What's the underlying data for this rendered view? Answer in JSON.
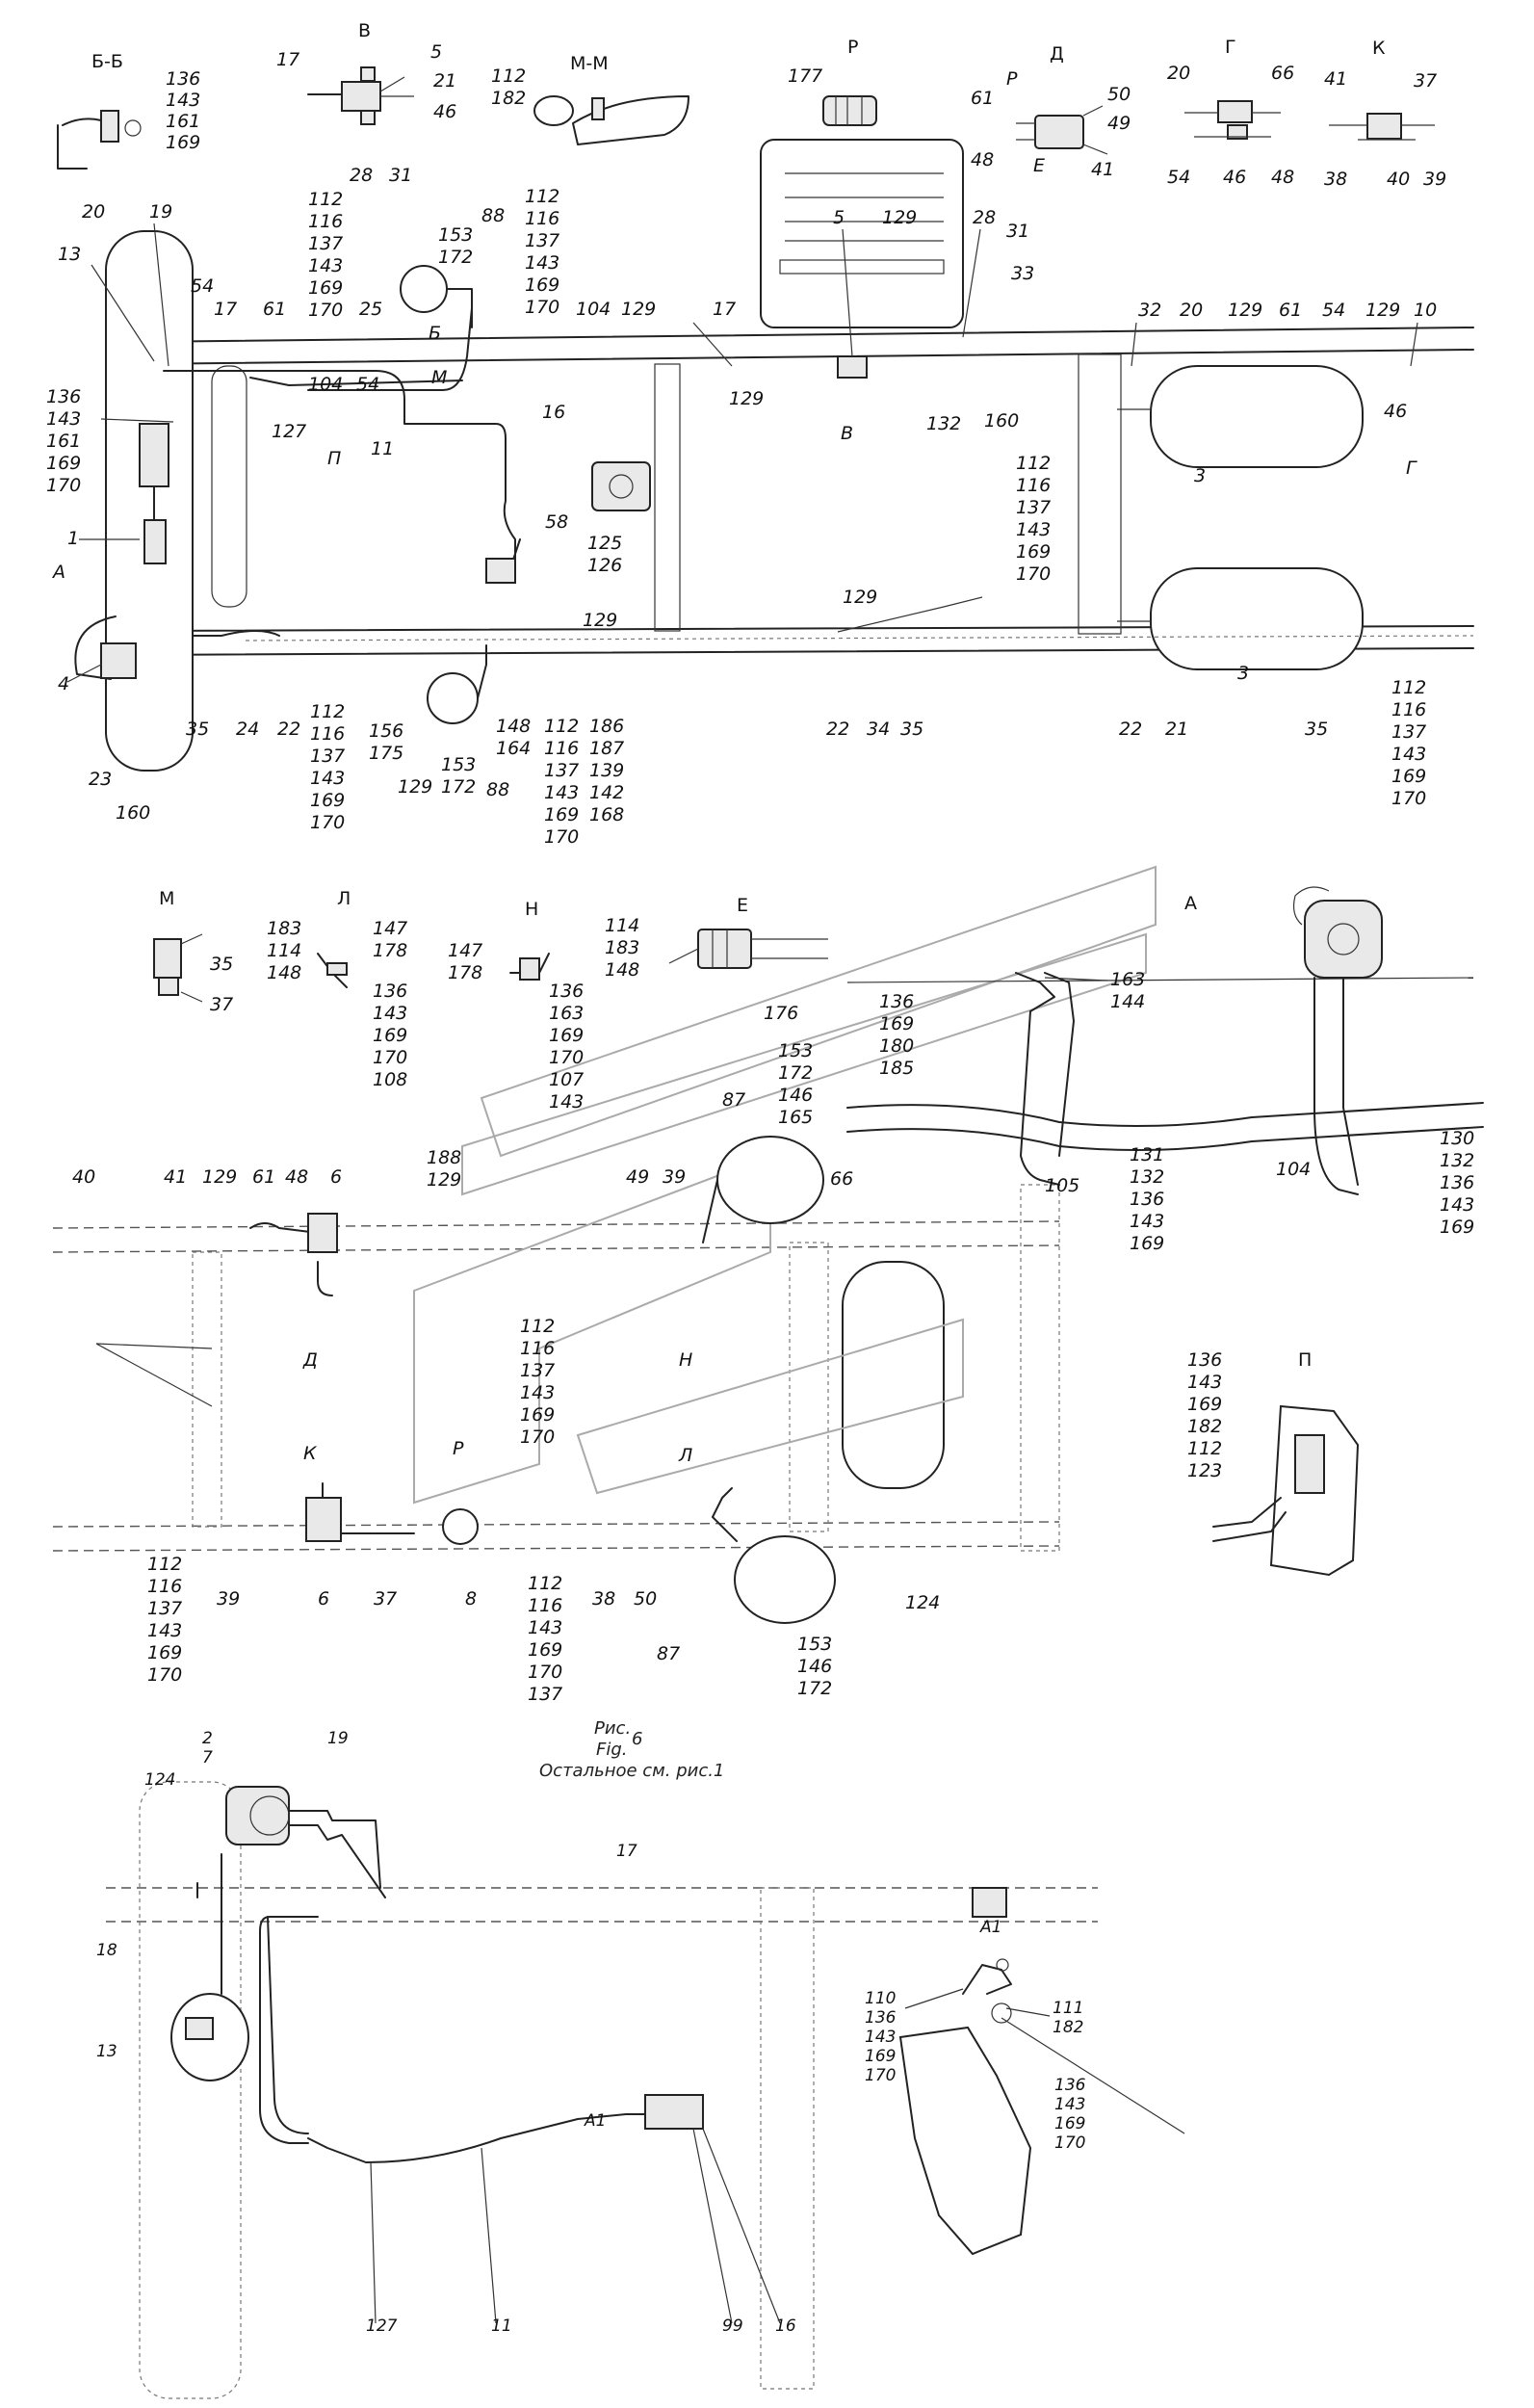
{
  "caption": {
    "ris": "Рис.",
    "fig": "Fig.",
    "num": "6",
    "rest": "Остальное см. рис.1"
  },
  "sections": {
    "bb": "Б-Б",
    "v": "В",
    "mm": "М-М",
    "r": "Р",
    "d": "Д",
    "g": "Г",
    "k": "К",
    "m": "М",
    "l": "Л",
    "n": "Н",
    "e": "Е",
    "a": "А",
    "p": "П",
    "a1": "А1"
  },
  "labels": {
    "bb_stack": [
      "136",
      "143",
      "161",
      "169"
    ],
    "v_17": "17",
    "v_5": "5",
    "v_21": "21",
    "v_46": "46",
    "v_28": "28",
    "v_31": "31",
    "mm_112": "112",
    "mm_182": "182",
    "r_177": "177",
    "d_61": "61",
    "d_p": "Р",
    "d_50": "50",
    "d_49": "49",
    "d_48": "48",
    "d_e": "Е",
    "d_41": "41",
    "g_20": "20",
    "g_66": "66",
    "g_54": "54",
    "g_46": "46",
    "g_48": "48",
    "k_41": "41",
    "k_37": "37",
    "k_38": "38",
    "k_40": "40",
    "k_39": "39",
    "t_20": "20",
    "t_19": "19",
    "t_13": "13",
    "t_54": "54",
    "t_17": "17",
    "t_61": "61",
    "t_25": "25",
    "t_stack1": [
      "112",
      "116",
      "137",
      "143",
      "169",
      "170"
    ],
    "t_153": "153",
    "t_172": "172",
    "t_88": "88",
    "t_stack2": [
      "112",
      "116",
      "137",
      "143",
      "169",
      "170"
    ],
    "t_104a": "104",
    "t_129a": "129",
    "t_b": "Б",
    "t_m": "М",
    "t_104b": "104",
    "t_54b": "54",
    "left_stack": [
      "136",
      "143",
      "161",
      "169",
      "170"
    ],
    "t_127": "127",
    "t_pi": "П",
    "t_11": "11",
    "t_16": "16",
    "t_58": "58",
    "t_125": "125",
    "t_126": "126",
    "t_1": "1",
    "t_a": "А",
    "t_4": "4",
    "t_23": "23",
    "t_160": "160",
    "t_35": "35",
    "t_24": "24",
    "t_22": "22",
    "b_stack1": [
      "112",
      "116",
      "137",
      "143",
      "169",
      "170"
    ],
    "t_156": "156",
    "t_175": "175",
    "t_129b": "129",
    "t_153b": "153",
    "t_172b": "172",
    "t_148": "148",
    "t_164": "164",
    "t_88b": "88",
    "b_stack2": [
      "112",
      "116",
      "137",
      "143",
      "169",
      "170"
    ],
    "b_stack3": [
      "186",
      "187",
      "139",
      "142",
      "168"
    ],
    "t_5": "5",
    "t_129c": "129",
    "t_28": "28",
    "t_31": "31",
    "t_33": "33",
    "t_17b": "17",
    "t_129d": "129",
    "t_v": "В",
    "t_132": "132",
    "t_160b": "160",
    "t_32": "32",
    "t_20b": "20",
    "t_129e": "129",
    "t_61b": "61",
    "t_54c": "54",
    "t_129f": "129",
    "t_10": "10",
    "t_46": "46",
    "t_g": "Г",
    "t_3a": "3",
    "mid_stack": [
      "112",
      "116",
      "137",
      "143",
      "169",
      "170"
    ],
    "t_129g": "129",
    "t_129h": "129",
    "t_3b": "3",
    "t_22b": "22",
    "t_34": "34",
    "t_35b": "35",
    "t_22c": "22",
    "t_21": "21",
    "t_35c": "35",
    "r_stack": [
      "112",
      "116",
      "137",
      "143",
      "169",
      "170"
    ],
    "m_35": "35",
    "m_37": "37",
    "l_183": "183",
    "l_114": "114",
    "l_148": "148",
    "l_147": "147",
    "l_178": "178",
    "l_stack": [
      "136",
      "143",
      "169",
      "170",
      "108"
    ],
    "n_147": "147",
    "n_178": "178",
    "n_114": "114",
    "n_183": "183",
    "n_148": "148",
    "n_stack": [
      "136",
      "163",
      "169",
      "170",
      "107",
      "143"
    ],
    "e_176": "176",
    "a_163": "163",
    "a_144": "144",
    "a_stack1": [
      "136",
      "169",
      "180",
      "185"
    ],
    "a_stack2": [
      "153",
      "172",
      "146",
      "165"
    ],
    "a_87": "87",
    "a_66": "66",
    "a_105": "105",
    "a_stack3": [
      "131",
      "132",
      "136",
      "143",
      "169"
    ],
    "a_104": "104",
    "a_stack4": [
      "130",
      "132",
      "136",
      "143",
      "169"
    ],
    "c_40": "40",
    "c_41": "41",
    "c_129": "129",
    "c_61": "61",
    "c_48": "48",
    "c_6": "6",
    "c_188": "188",
    "c_129b": "129",
    "c_49": "49",
    "c_39": "39",
    "c_d": "Д",
    "c_n": "Н",
    "c_stack1": [
      "112",
      "116",
      "137",
      "143",
      "169",
      "170"
    ],
    "c_k": "К",
    "c_p": "Р",
    "c_l": "Л",
    "c_stack2": [
      "112",
      "116",
      "137",
      "143",
      "169",
      "170"
    ],
    "c_39b": "39",
    "c_6b": "6",
    "c_37": "37",
    "c_8": "8",
    "c_stack3": [
      "112",
      "116",
      "143",
      "169",
      "170",
      "137"
    ],
    "c_38": "38",
    "c_50": "50",
    "c_124": "124",
    "c_87": "87",
    "c_stack4": [
      "153",
      "146",
      "172"
    ],
    "p_stack": [
      "136",
      "143",
      "169",
      "182",
      "112",
      "123"
    ],
    "f_124": "124",
    "f_2": "2",
    "f_7": "7",
    "f_19": "19",
    "f_17": "17",
    "f_18": "18",
    "f_13": "13",
    "f_a1": "А1",
    "f_stack1": [
      "110",
      "136",
      "143",
      "169",
      "170"
    ],
    "f_111": "111",
    "f_182": "182",
    "f_stack2": [
      "136",
      "143",
      "169",
      "170"
    ],
    "f_127": "127",
    "f_11": "11",
    "f_99": "99",
    "f_16": "16"
  }
}
